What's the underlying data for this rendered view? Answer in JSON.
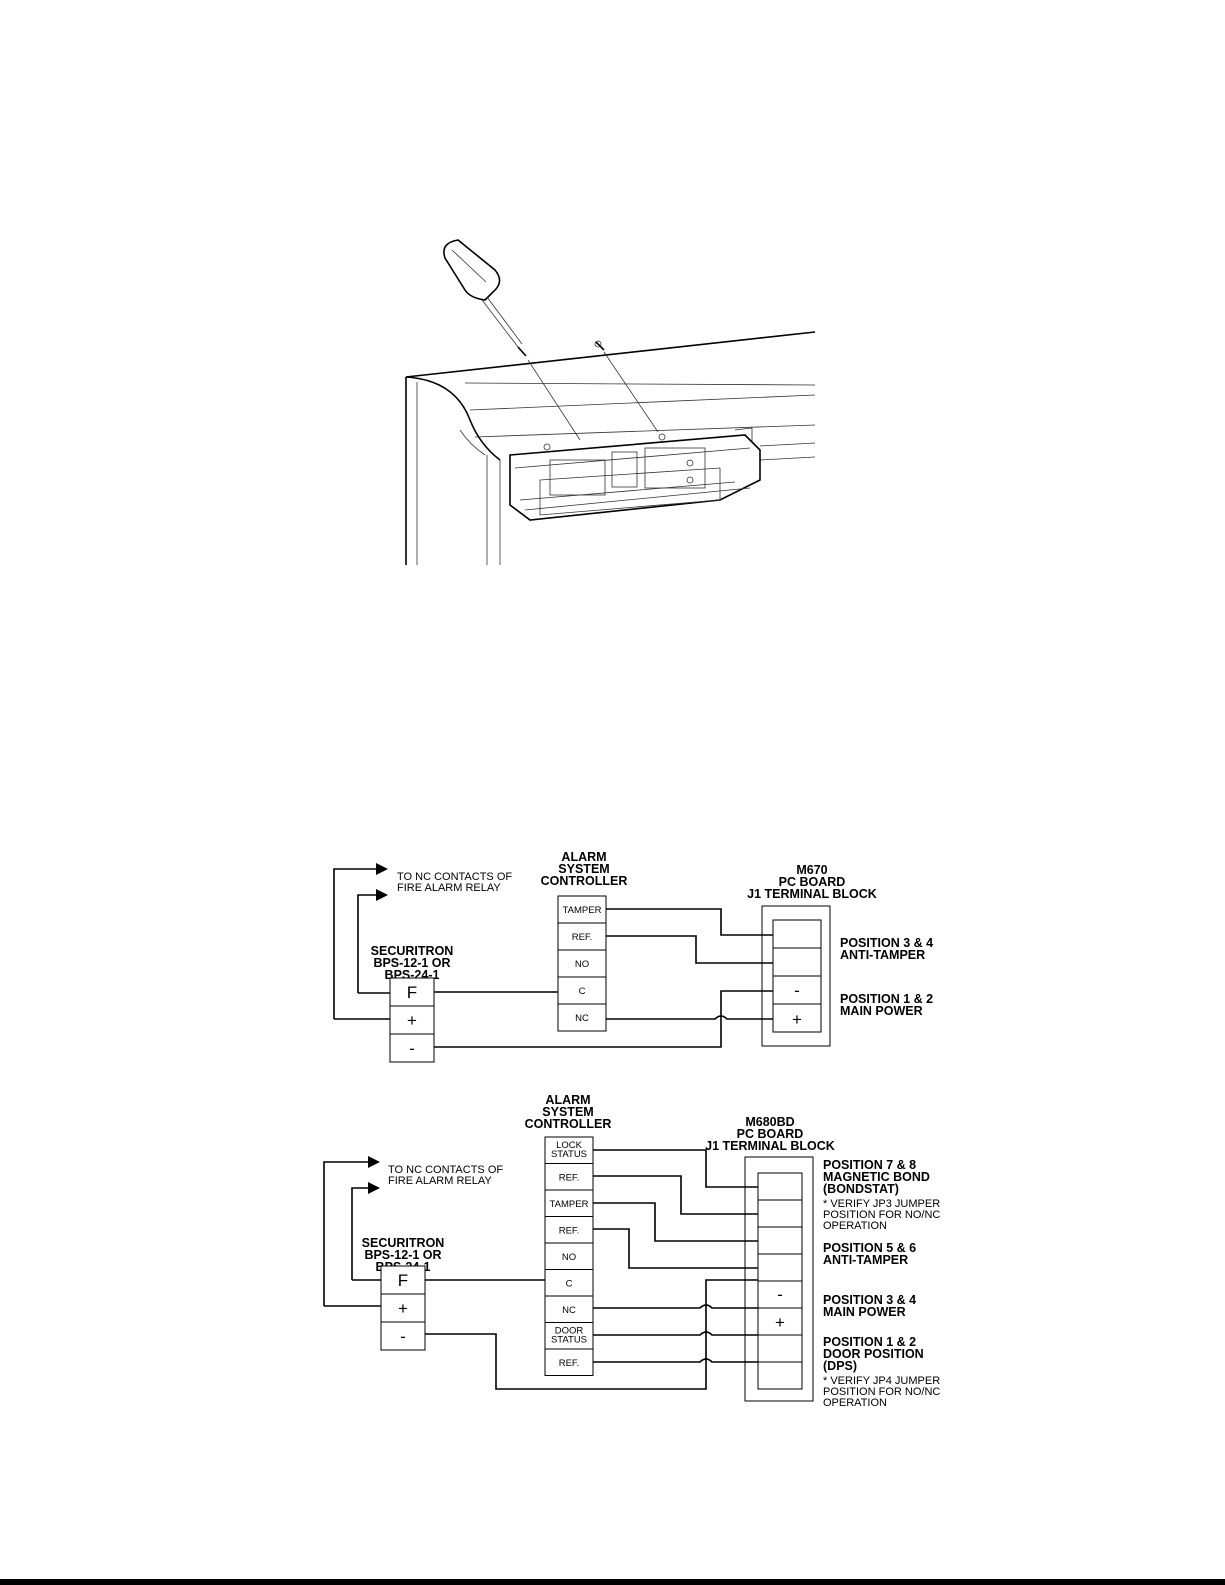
{
  "diagram1": {
    "relay_note": [
      "TO NC CONTACTS OF",
      "FIRE ALARM RELAY"
    ],
    "controller_title": [
      "ALARM",
      "SYSTEM",
      "CONTROLLER"
    ],
    "controller_terminals": [
      "TAMPER",
      "REF.",
      "NO",
      "C",
      "NC"
    ],
    "psu_title": [
      "SECURITRON",
      "BPS-12-1 OR",
      "BPS-24-1"
    ],
    "psu_terminals": [
      "F",
      "+",
      "-"
    ],
    "board_title": [
      "M670",
      "PC BOARD",
      "J1 TERMINAL BLOCK"
    ],
    "board_terminals": [
      "",
      "",
      "-",
      "+"
    ],
    "positions": [
      [
        "POSITION 3 & 4",
        "ANTI-TAMPER"
      ],
      [
        "POSITION 1 & 2",
        "MAIN POWER"
      ]
    ]
  },
  "diagram2": {
    "relay_note": [
      "TO NC CONTACTS OF",
      "FIRE ALARM RELAY"
    ],
    "controller_title": [
      "ALARM",
      "SYSTEM",
      "CONTROLLER"
    ],
    "controller_terminals": [
      "LOCK|STATUS",
      "REF.",
      "TAMPER",
      "REF.",
      "NO",
      "C",
      "NC",
      "DOOR|STATUS",
      "REF."
    ],
    "psu_title": [
      "SECURITRON",
      "BPS-12-1 OR",
      "BPS-24-1"
    ],
    "psu_terminals": [
      "F",
      "+",
      "-"
    ],
    "board_title": [
      "M680BD",
      "PC BOARD",
      "J1 TERMINAL BLOCK"
    ],
    "board_terminals": [
      "",
      "",
      "",
      "",
      "-",
      "+",
      "",
      ""
    ],
    "positions": [
      [
        "POSITION 7 & 8",
        "MAGNETIC BOND",
        "(BONDSTAT)"
      ],
      [
        "POSITION 5 & 6",
        "ANTI-TAMPER"
      ],
      [
        "POSITION 3 & 4",
        "MAIN POWER"
      ],
      [
        "POSITION 1 & 2",
        "DOOR POSITION",
        "(DPS)"
      ]
    ],
    "notes": [
      [
        "* VERIFY JP3 JUMPER",
        "POSITION FOR NO/NC",
        "OPERATION"
      ],
      [
        "* VERIFY JP4 JUMPER",
        "POSITION FOR NO/NC",
        "OPERATION"
      ]
    ]
  }
}
